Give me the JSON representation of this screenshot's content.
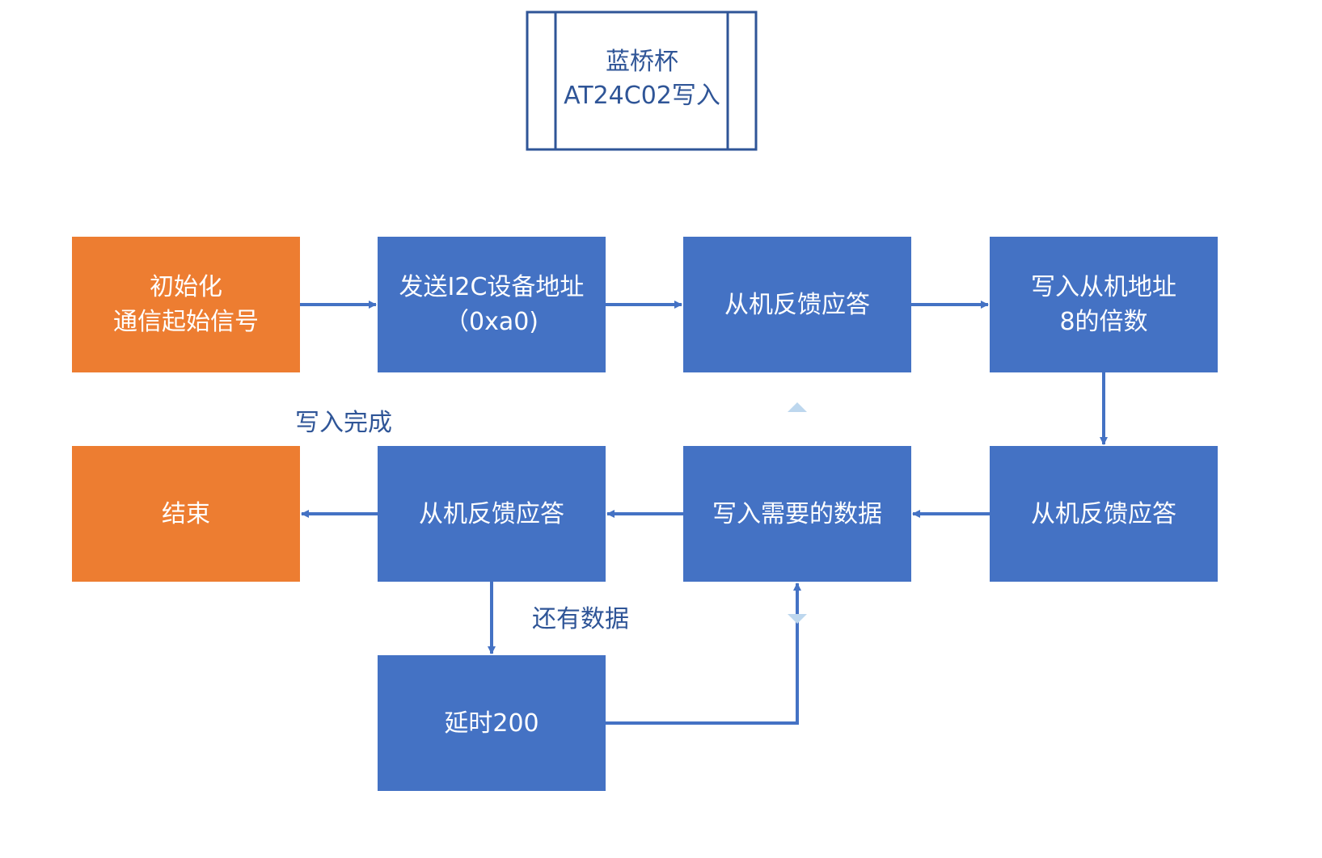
{
  "colors": {
    "process_fill": "#4472c4",
    "terminal_fill": "#ed7d31",
    "title_border": "#2f5597",
    "text_on_fill": "#ffffff",
    "label_text": "#2f5597",
    "edge": "#4472c4"
  },
  "title": {
    "line1": "蓝桥杯",
    "line2": "AT24C02写入"
  },
  "nodes": {
    "init": {
      "line1": "初始化",
      "line2": "通信起始信号"
    },
    "send_addr": {
      "line1": "发送I2C设备地址",
      "line2": "（0xa0)"
    },
    "ack1": {
      "label": "从机反馈应答"
    },
    "write_addr": {
      "line1": "写入从机地址",
      "line2": "8的倍数"
    },
    "ack2": {
      "label": "从机反馈应答"
    },
    "write_data": {
      "label": "写入需要的数据"
    },
    "ack3": {
      "label": "从机反馈应答"
    },
    "end": {
      "label": "结束"
    },
    "delay": {
      "label": "延时200"
    }
  },
  "edge_labels": {
    "write_done": "写入完成",
    "more_data": "还有数据"
  }
}
